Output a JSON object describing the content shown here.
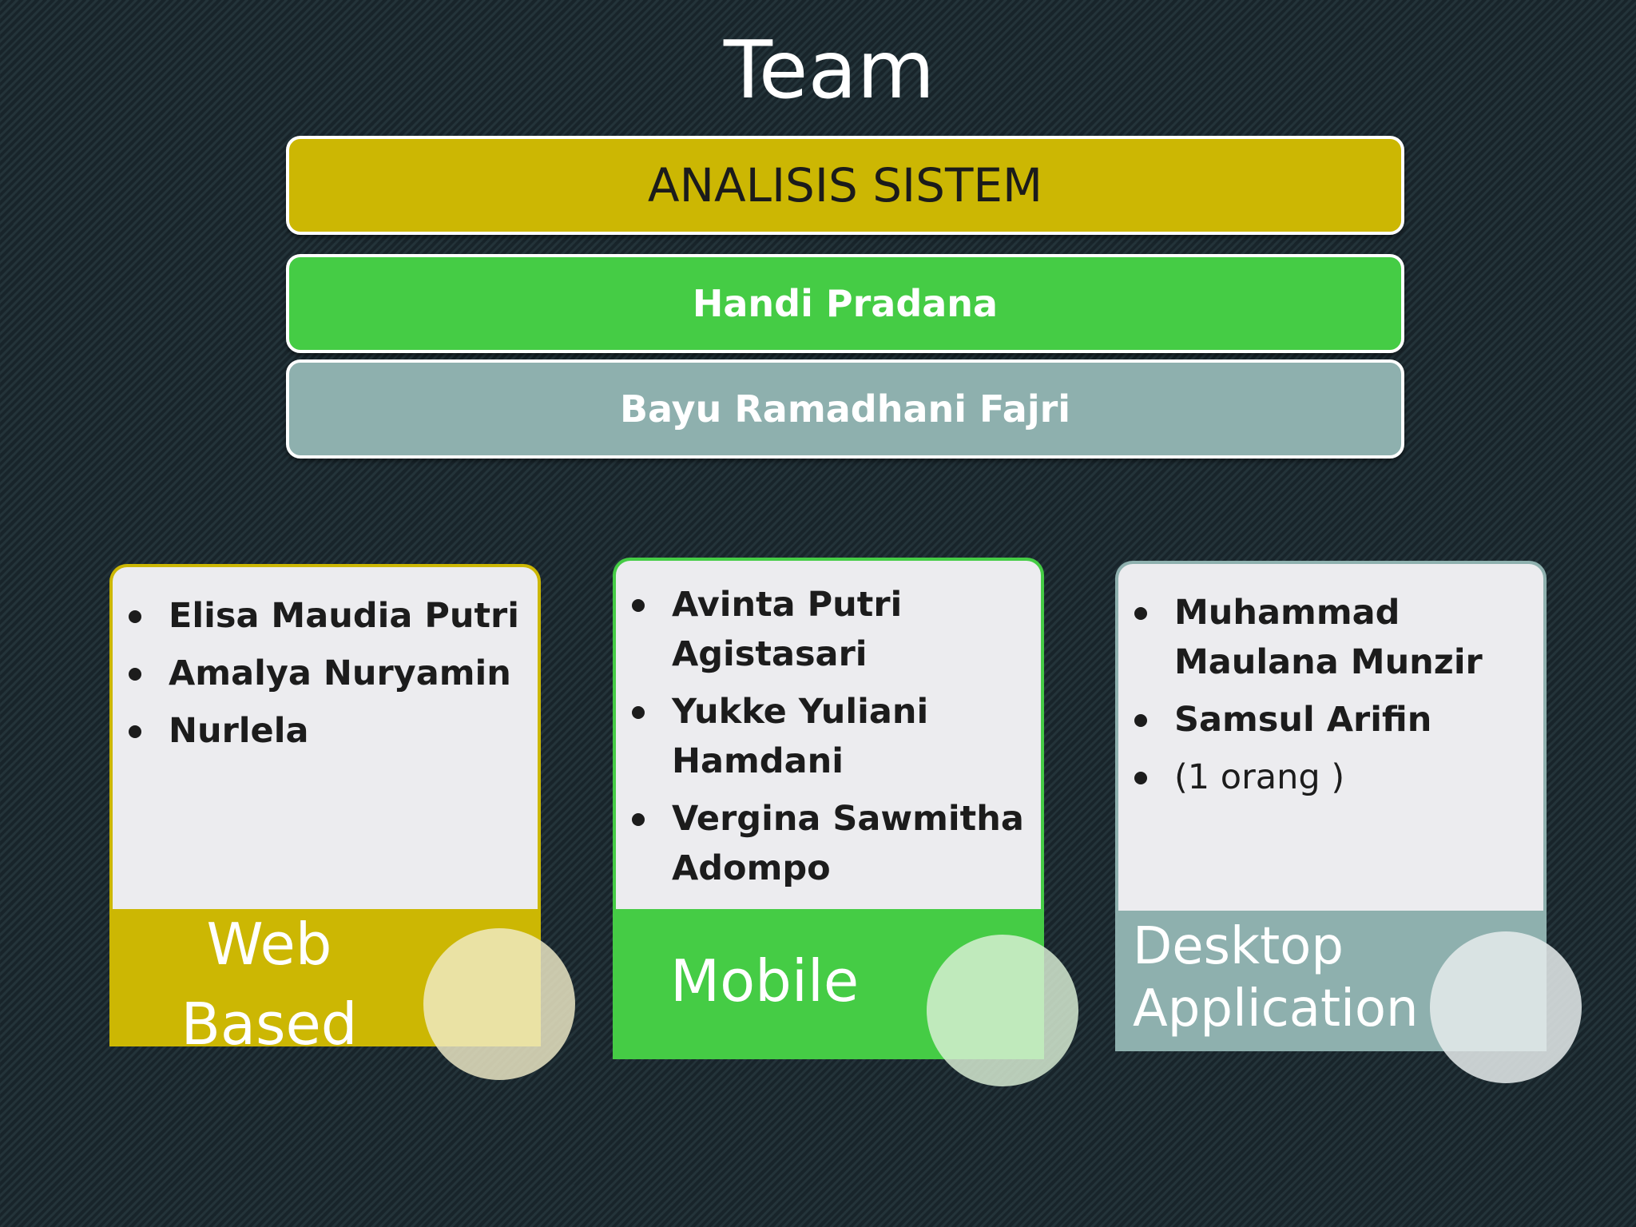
{
  "title": "Team",
  "bars": {
    "analisis": "ANALISIS SISTEM",
    "lead1": "Handi Pradana",
    "lead2": "Bayu Ramadhani Fajri"
  },
  "teams": {
    "web": {
      "label_line1": "Web",
      "label_line2": "Based",
      "members": [
        "Elisa Maudia Putri",
        "Amalya Nuryamin",
        "Nurlela"
      ]
    },
    "mobile": {
      "label": "Mobile",
      "members": [
        "Avinta Putri Agistasari",
        "Yukke Yuliani Hamdani",
        " Vergina Sawmitha Adompo"
      ]
    },
    "desktop": {
      "label_line1": "Desktop",
      "label_line2": "Application",
      "members": [
        "Muhammad Maulana Munzir",
        "Samsul Arifin",
        "(1 orang )"
      ]
    }
  },
  "colors": {
    "web": "#ccb703",
    "mobile": "#45cc45",
    "desktop": "#8eb0ae"
  }
}
